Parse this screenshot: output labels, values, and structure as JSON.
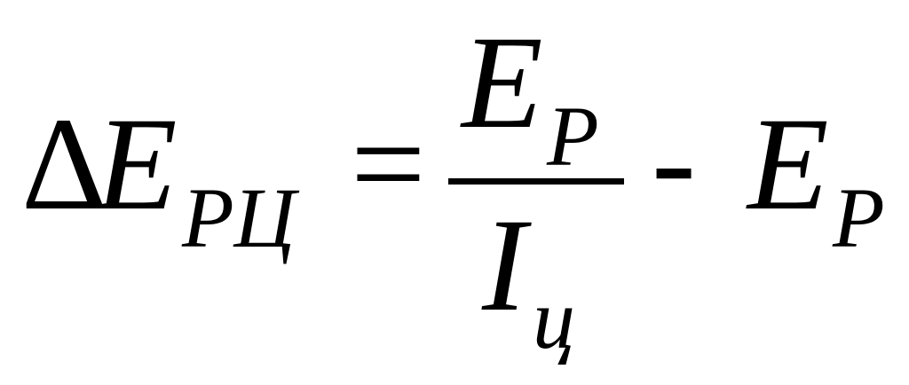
{
  "formula": {
    "lhs": {
      "delta": "Δ",
      "symbol": "E",
      "subscript": "РЦ"
    },
    "equals": "=",
    "fraction": {
      "numerator": {
        "symbol": "E",
        "subscript": "Р"
      },
      "denominator": {
        "symbol": "I",
        "subscript": "ц"
      }
    },
    "minus": "-",
    "rhs": {
      "symbol": "E",
      "subscript": "Р"
    }
  }
}
